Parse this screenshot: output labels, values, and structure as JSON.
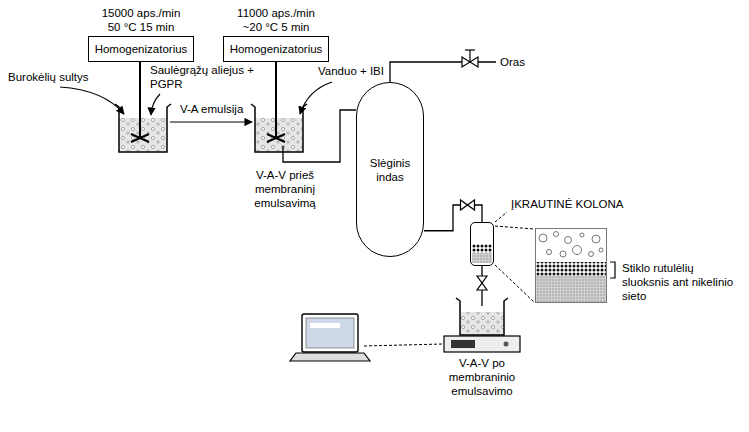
{
  "diagram": {
    "nodes": [
      {
        "text": [
          "15000 aps./min 50 °C 15 min",
          "Homogenizatorius"
        ]
      },
      {
        "text": [
          "11000 aps./min ~20 °C 5 min",
          "Homogenizatorius"
        ]
      },
      {
        "text": [
          "Slėginis indas"
        ]
      },
      {
        "text": [
          "ĮKRAUTINĖ KOLONA"
        ]
      },
      {
        "text": [
          "Stiklo rutulėlių sluoksnis ant nikelinio sieto"
        ]
      }
    ],
    "edges": [
      {
        "from": 2,
        "to": 3,
        "arrow": "none"
      }
    ],
    "labels": [
      "Burokėlių sultys",
      "Saulėgrąžų aliejus + PGPR",
      "V-A emulsija",
      "Vanduo + IBI",
      "Oras",
      "V-A-V prieš membraninį emulsavimą",
      "V-A-V po membraninio emulsavimo"
    ]
  }
}
